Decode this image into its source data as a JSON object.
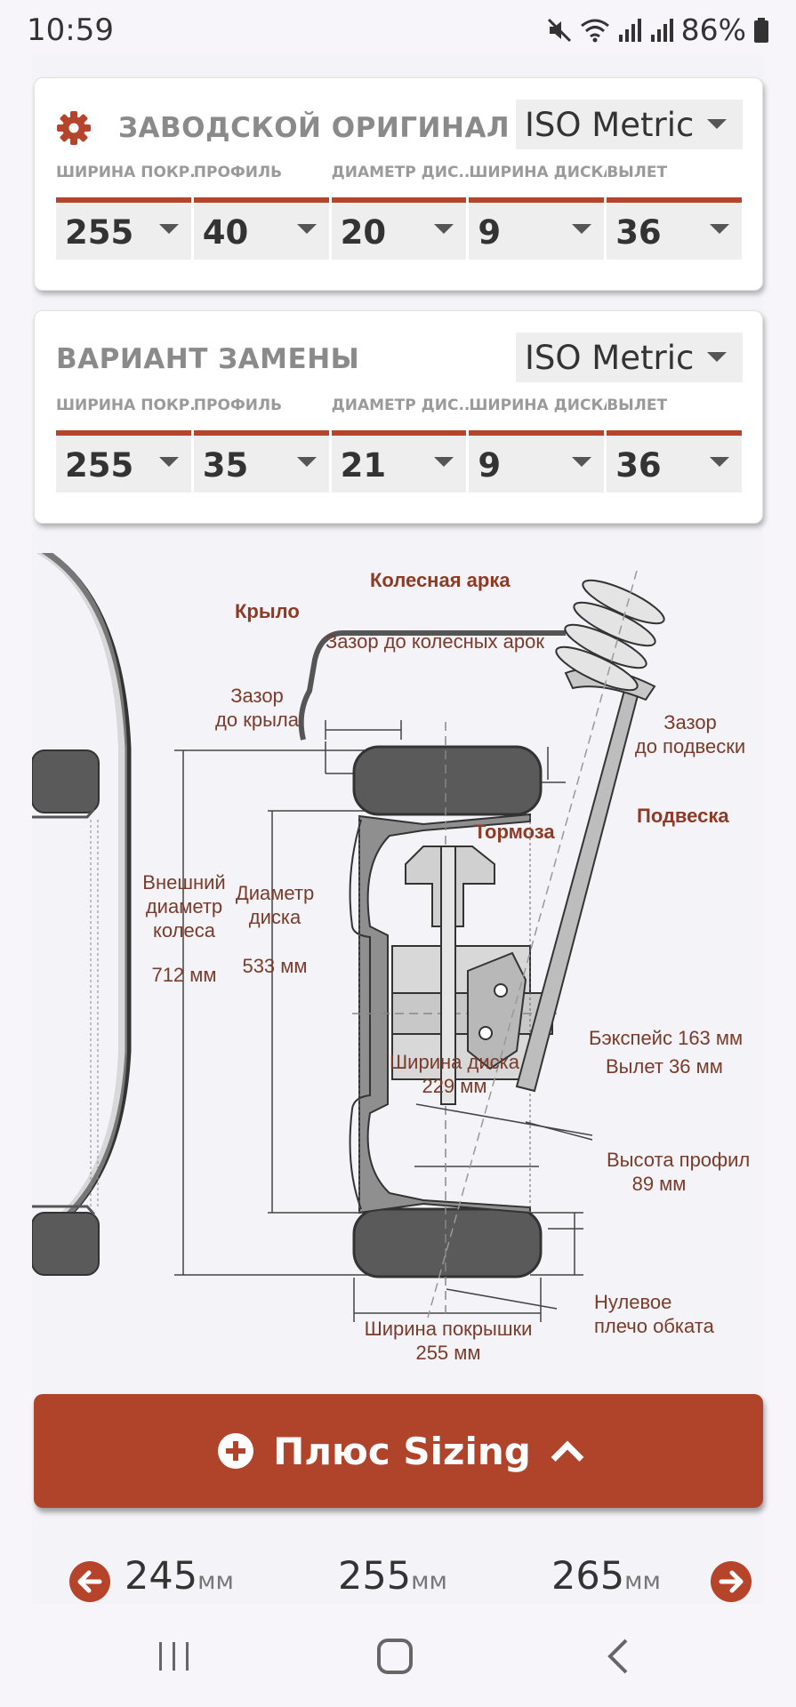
{
  "status_bar": {
    "time": "10:59",
    "battery": "86%",
    "icons": [
      "mute-icon",
      "wifi-icon",
      "signal-icon",
      "signal-r-icon",
      "battery-icon"
    ]
  },
  "original": {
    "title": "ЗАВОДСКОЙ ОРИГИНАЛ",
    "unit": "ISO Metric",
    "columns": [
      {
        "label": "ШИРИНА ПОКР...",
        "value": "255"
      },
      {
        "label": "ПРОФИЛЬ",
        "value": "40"
      },
      {
        "label": "ДИАМЕТР ДИС...",
        "value": "20"
      },
      {
        "label": "ШИРИНА ДИСКА",
        "value": "9"
      },
      {
        "label": "ВЫЛЕТ",
        "value": "36"
      }
    ]
  },
  "replacement": {
    "title": "ВАРИАНТ ЗАМЕНЫ",
    "unit": "ISO Metric",
    "columns": [
      {
        "label": "ШИРИНА ПОКР...",
        "value": "255"
      },
      {
        "label": "ПРОФИЛЬ",
        "value": "35"
      },
      {
        "label": "ДИАМЕТР ДИС...",
        "value": "21"
      },
      {
        "label": "ШИРИНА ДИСКА",
        "value": "9"
      },
      {
        "label": "ВЫЛЕТ",
        "value": "36"
      }
    ]
  },
  "diagram": {
    "fender": "Крыло",
    "wheel_arch": "Колесная арка",
    "arch_clearance": "Зазор до колесных арок",
    "fender_clearance_1": "Зазор",
    "fender_clearance_2": "до крыла",
    "suspension_clearance_1": "Зазор",
    "suspension_clearance_2": "до подвески",
    "suspension": "Подвеска",
    "brakes": "Тормоза",
    "outer_diameter_1": "Внешний",
    "outer_diameter_2": "диаметр",
    "outer_diameter_3": "колеса",
    "outer_diameter_value": "712 мм",
    "rim_diameter_1": "Диаметр",
    "rim_diameter_2": "диска",
    "rim_diameter_value": "533 мм",
    "backspace": "Бэкспейс 163 мм",
    "offset": "Вылет 36 мм",
    "rim_width_1": "Ширина диска",
    "rim_width_2": "229 мм",
    "sidewall_1": "Высота профил",
    "sidewall_2": "89 мм",
    "scrub_1": "Нулевое",
    "scrub_2": "плечо обката",
    "tire_width_1": "Ширина покрышки",
    "tire_width_2": "255 мм"
  },
  "plus_sizing": {
    "label": "Плюс Sizing"
  },
  "sizes": [
    {
      "value": "245",
      "unit": "мм"
    },
    {
      "value": "255",
      "unit": "мм"
    },
    {
      "value": "265",
      "unit": "мм"
    }
  ],
  "colors": {
    "accent": "#b0442b",
    "diagram_text": "#7a3b2a",
    "tire": "#5a5a5a"
  }
}
